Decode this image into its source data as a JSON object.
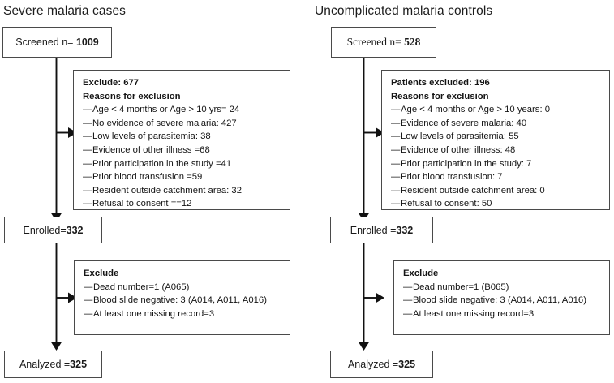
{
  "diagram": {
    "type": "consort-flow-diagram",
    "columns": [
      {
        "id": "severe",
        "title": "Severe malaria cases",
        "screened": {
          "label": "Screened n= ",
          "value": "1009"
        },
        "excluded": {
          "heading": "Exclude: 677",
          "subheading": "Reasons for exclusion",
          "reasons": [
            "Age <  4 months or Age > 10 yrs= 24",
            "No evidence of severe malaria: 427",
            "Low levels of parasitemia: 38",
            "Evidence of other illness =68",
            "Prior participation in the study =41",
            "Prior blood transfusion =59",
            "Resident outside catchment area: 32",
            "Refusal to consent ==12"
          ]
        },
        "enrolled": {
          "label": "Enrolled=",
          "value": "332"
        },
        "post_exclude": {
          "heading": "Exclude",
          "reasons": [
            "Dead number=1 (A065)",
            "Blood slide negative: 3 (A014, A011, A016)",
            "At least one missing record=3"
          ]
        },
        "analyzed": {
          "label": "Analyzed =",
          "value": "325"
        }
      },
      {
        "id": "uncomplicated",
        "title": "Uncomplicated malaria controls",
        "screened": {
          "label": "Screened n= ",
          "value": "528"
        },
        "excluded": {
          "heading": "Patients excluded: 196",
          "subheading": "Reasons for exclusion",
          "reasons": [
            "Age <  4 months or Age > 10 years: 0",
            "Evidence of severe malaria: 40",
            "Low levels of parasitemia: 55",
            "Evidence of other illness: 48",
            "Prior participation in the study: 7",
            "Prior blood transfusion: 7",
            "Resident outside catchment area: 0",
            "Refusal to consent: 50"
          ]
        },
        "enrolled": {
          "label": "Enrolled =",
          "value": "332"
        },
        "post_exclude": {
          "heading": "Exclude",
          "reasons": [
            "Dead number=1 (B065)",
            "Blood slide negative: 3 (A014, A011, A016)",
            "At least one missing record=3"
          ]
        },
        "analyzed": {
          "label": "Analyzed =",
          "value": "325"
        }
      }
    ],
    "colors": {
      "box_border": "#4a4a4a",
      "connector": "#111111",
      "text": "#141414",
      "background": "#ffffff"
    }
  }
}
